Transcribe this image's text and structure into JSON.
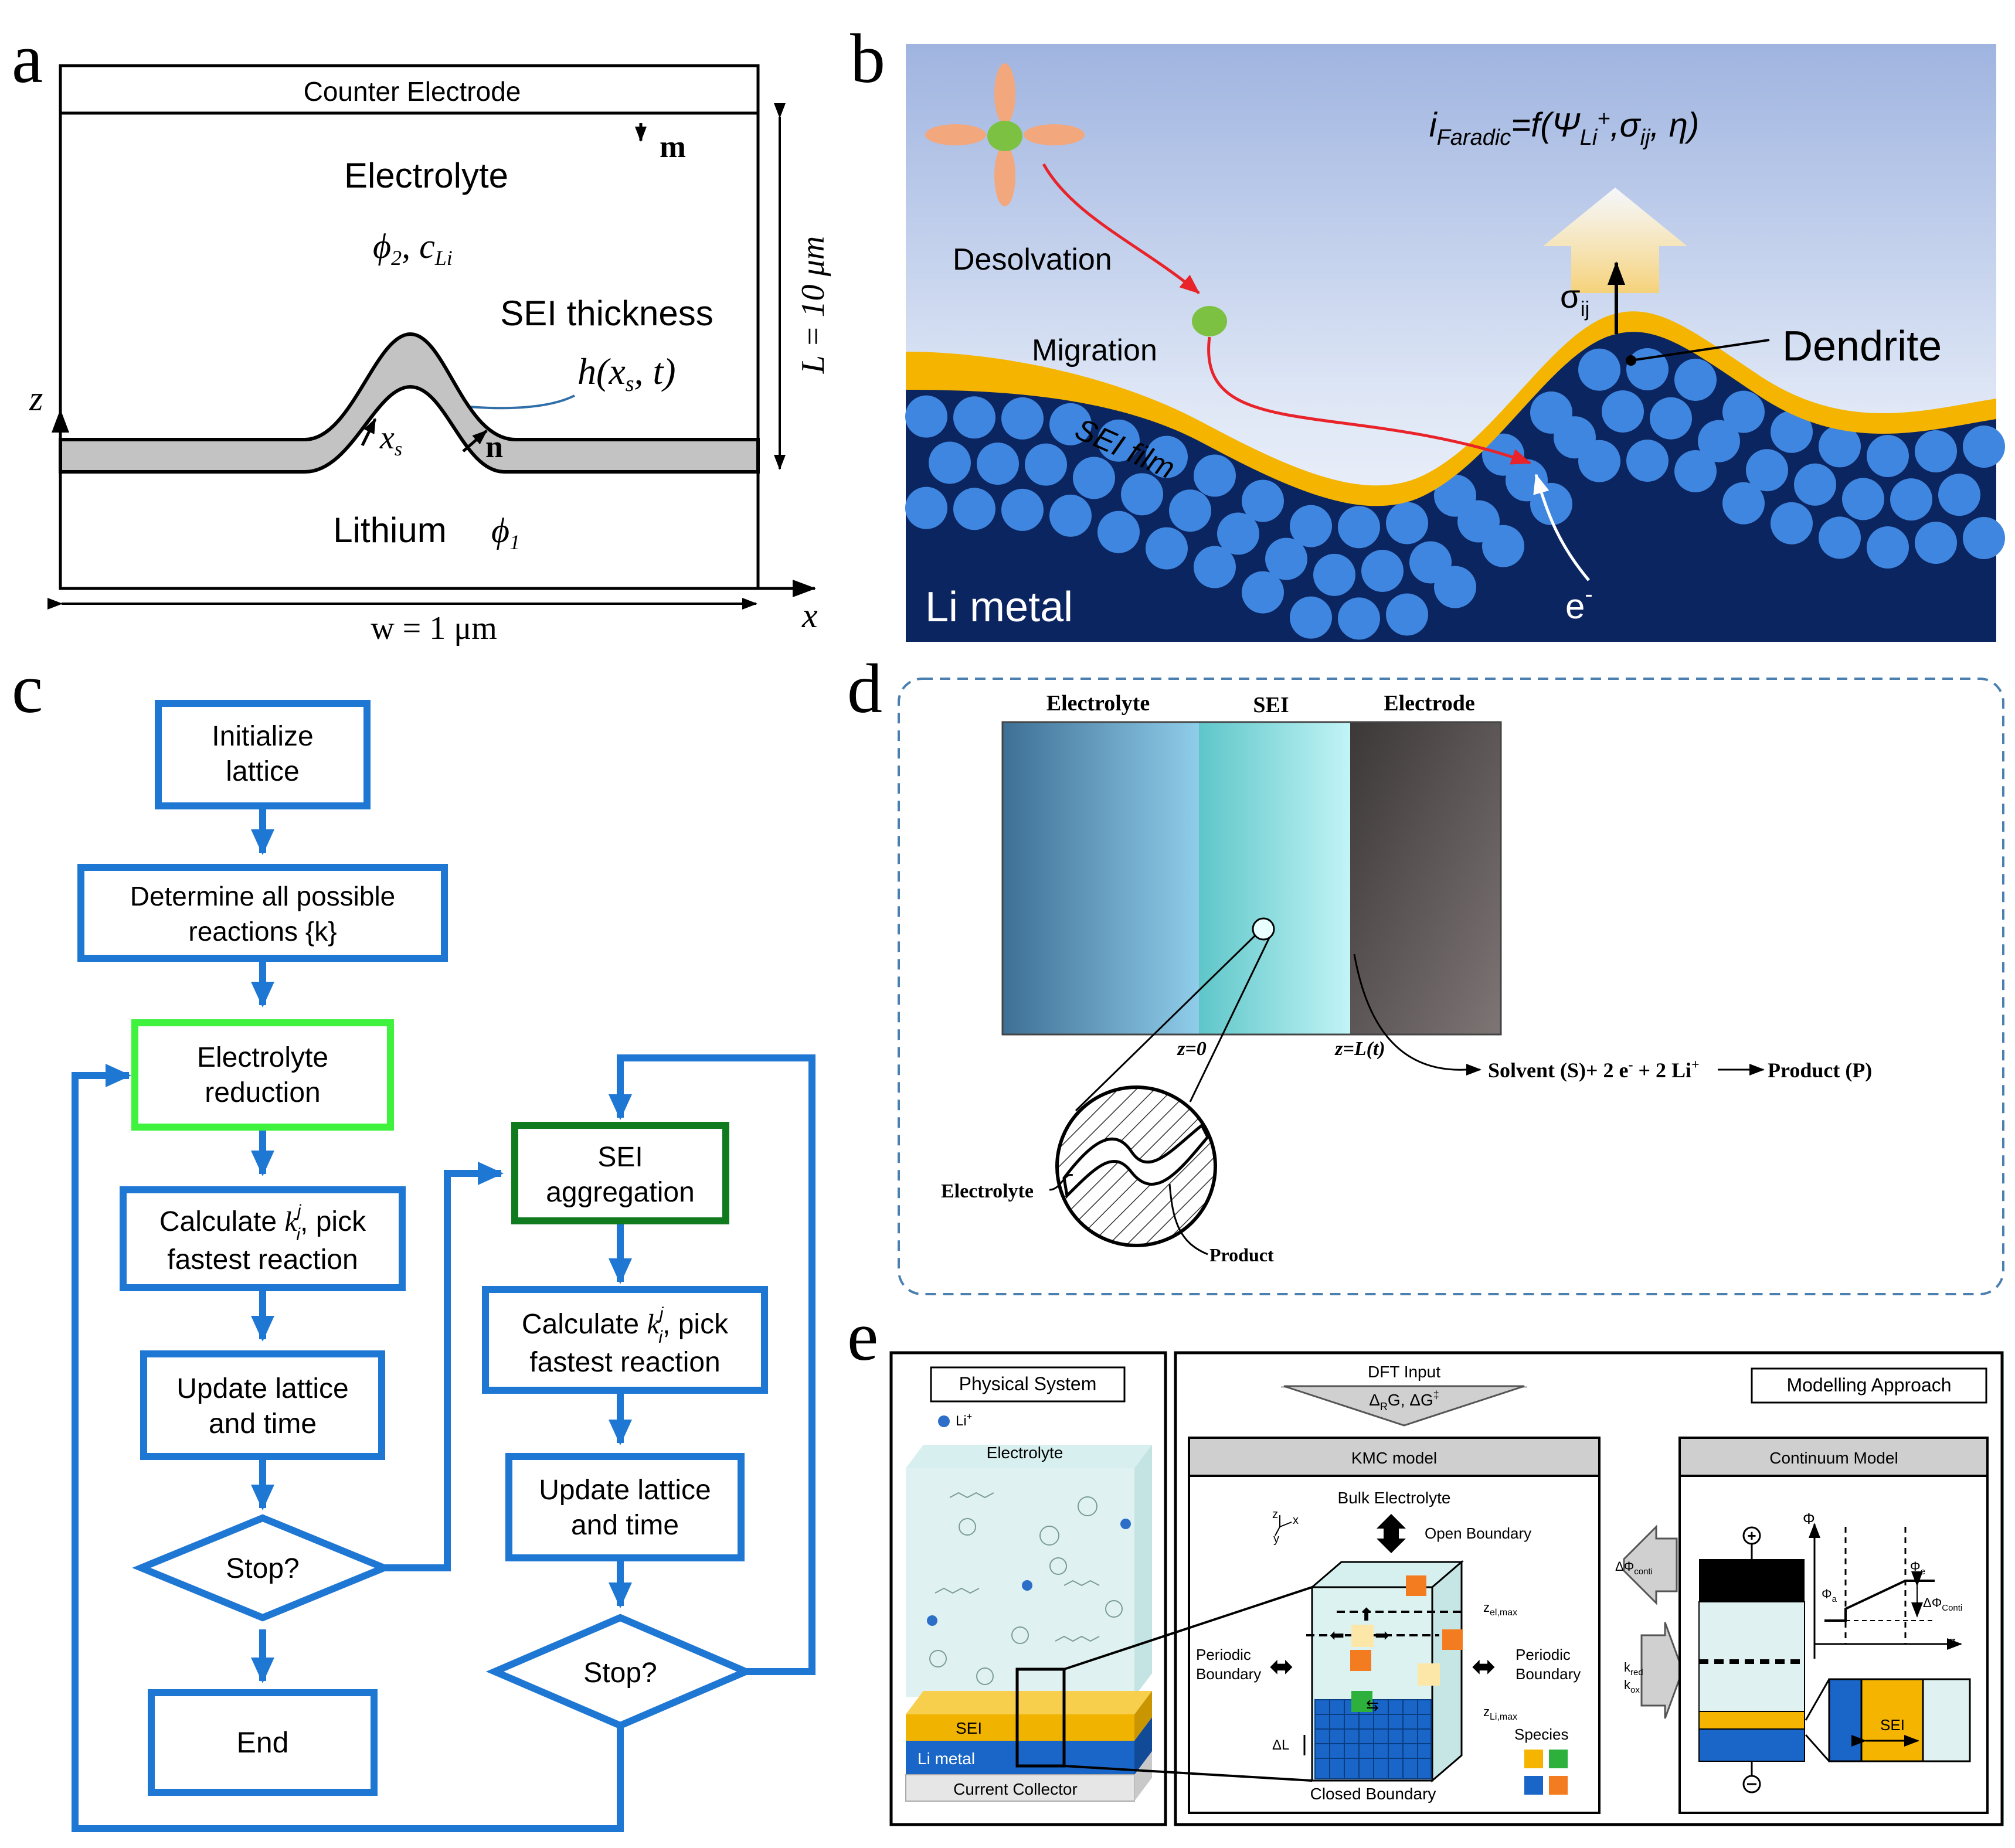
{
  "panels": {
    "a": {
      "letter": "a",
      "counter_electrode": "Counter Electrode",
      "m_label": "m",
      "electrolyte": "Electrolyte",
      "phi2": "ϕ",
      "phi2_sub": "2",
      "cli": ", c",
      "cli_sub": "Li",
      "sei_thickness": "SEI thickness",
      "h_label": "h(x",
      "h_sub": "s",
      "h_tail": ", t)",
      "z_axis": "z",
      "x_axis": "x",
      "xs": "x",
      "xs_sub": "s",
      "n_label": "n",
      "lithium": "Lithium",
      "phi1": "ϕ",
      "phi1_sub": "1",
      "height_label": "L = 10 μm",
      "width_label": "w = 1 μm"
    },
    "b": {
      "letter": "b",
      "formula_i": "i",
      "formula_sub": "Faradic",
      "formula_rest": "=f(Ψ",
      "formula_li": "Li",
      "formula_plus": "+",
      "formula_tail": ",σ",
      "formula_ij": "ij",
      "formula_end": ", η)",
      "desolvation": "Desolvation",
      "migration": "Migration",
      "sigma": "σ",
      "sigma_sub": "ij",
      "dendrite": "Dendrite",
      "sei_film": "SEI film",
      "li_metal": "Li metal",
      "electron": "e",
      "electron_sup": "-"
    },
    "c": {
      "letter": "c",
      "init_1": "Initialize",
      "init_2": "lattice",
      "determine_1": "Determine all possible",
      "determine_2": "reactions {k}",
      "elec_red_1": "Electrolyte",
      "elec_red_2": "reduction",
      "calc_a": "Calculate ",
      "calc_k": "k",
      "calc_sup": "j",
      "calc_sub": "i",
      "calc_b": ", pick",
      "calc_2": "fastest reaction",
      "update_1": "Update lattice",
      "update_2": "and time",
      "stop": "Stop?",
      "end": "End",
      "sei_agg_1": "SEI",
      "sei_agg_2": "aggregation"
    },
    "d": {
      "letter": "d",
      "electrolyte": "Electrolyte",
      "sei": "SEI",
      "electrode": "Electrode",
      "z0": "z=0",
      "zl": "z=L(t)",
      "reaction": "Solvent (S)+ 2 e",
      "reaction_sup1": "-",
      "reaction_mid": " + 2 Li",
      "reaction_sup2": "+",
      "product_text": "Product (P)",
      "inset_electrolyte": "Electrolyte",
      "inset_product": "Product"
    },
    "e": {
      "letter": "e",
      "physical_system": "Physical System",
      "li_plus": "Li",
      "li_plus_sup": "+",
      "electrolyte": "Electrolyte",
      "sei": "SEI",
      "li_metal": "Li metal",
      "current_collector": "Current Collector",
      "dft_input": "DFT Input",
      "dft_params": "Δ",
      "dft_r": "R",
      "dft_g": "G, ΔG",
      "dft_dd": "‡",
      "modelling_approach": "Modelling Approach",
      "kmc_model": "KMC model",
      "continuum_model": "Continuum Model",
      "bulk_electrolyte": "Bulk Electrolyte",
      "open_boundary": "Open Boundary",
      "periodic_left_1": "Periodic",
      "periodic_left_2": "Boundary",
      "periodic_right_1": "Periodic",
      "periodic_right_2": "Boundary",
      "z_elmax": "z",
      "z_elmax_sub": "el,max",
      "z_limax": "z",
      "z_limax_sub": "Li,max",
      "delta_l": "ΔL",
      "species": "Species",
      "closed_boundary": "Closed Boundary",
      "delta_phi_conti": "ΔΦ",
      "delta_phi_conti_sub": "conti",
      "k_red": "k",
      "k_red_sub": "red",
      "k_ox": "k",
      "k_ox_sub": "ox",
      "phi_axis": "Φ",
      "phi_e": "Φ",
      "phi_e_sub": "e",
      "phi_a": "Φ",
      "phi_a_sub": "a",
      "dphi_conti": "ΔΦ",
      "dphi_conti_sub": "Conti",
      "z_axis": "z",
      "sei_cont": "SEI",
      "axis_x": "x",
      "axis_y": "y",
      "axis_z": "z"
    }
  },
  "colors": {
    "flow_blue": "#1f77d4",
    "light_green": "#3ef23e",
    "dark_green": "#0f7a1e",
    "sei_yellow": "#f4b400",
    "li_navy": "#0b2560",
    "li_circle": "#3f86e0",
    "migration_red": "#e8232a"
  }
}
